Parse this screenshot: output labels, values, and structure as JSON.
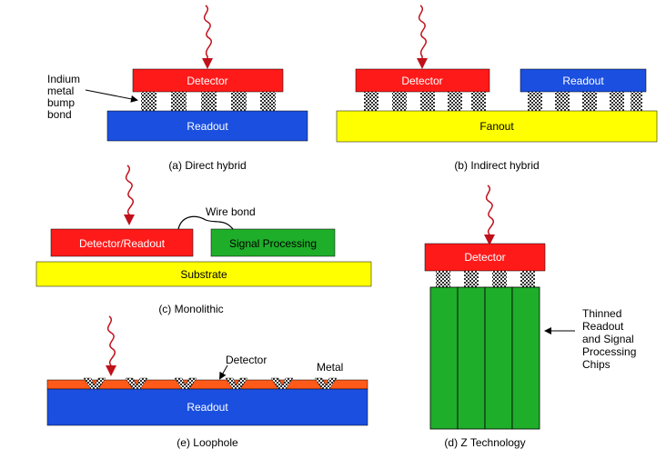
{
  "colors": {
    "detector": "#ff1a1a",
    "readout": "#1a4fe0",
    "fanout": "#ffff00",
    "substrate": "#ffff00",
    "signal_processing": "#1fae2a",
    "chip": "#1fae2a",
    "arrow": "#c0101a",
    "bump": "#404040",
    "loophole_metal": "#ff5a1a"
  },
  "panels": {
    "a": {
      "caption": "(a) Direct hybrid",
      "detector": "Detector",
      "readout": "Readout",
      "annotation": [
        "Indium",
        "metal",
        "bump",
        "bond"
      ]
    },
    "b": {
      "caption": "(b) Indirect hybrid",
      "detector": "Detector",
      "readout": "Readout",
      "fanout": "Fanout"
    },
    "c": {
      "caption": "(c) Monolithic",
      "detector_readout": "Detector/Readout",
      "signal_processing": "Signal Processing",
      "substrate": "Substrate",
      "wire_bond": "Wire bond"
    },
    "d": {
      "caption": "(d) Z Technology",
      "detector": "Detector",
      "annotation": [
        "Thinned",
        "Readout",
        "and Signal",
        "Processing",
        "Chips"
      ]
    },
    "e": {
      "caption": "(e) Loophole",
      "readout": "Readout",
      "detector_label": "Detector",
      "metal_label": "Metal"
    }
  }
}
